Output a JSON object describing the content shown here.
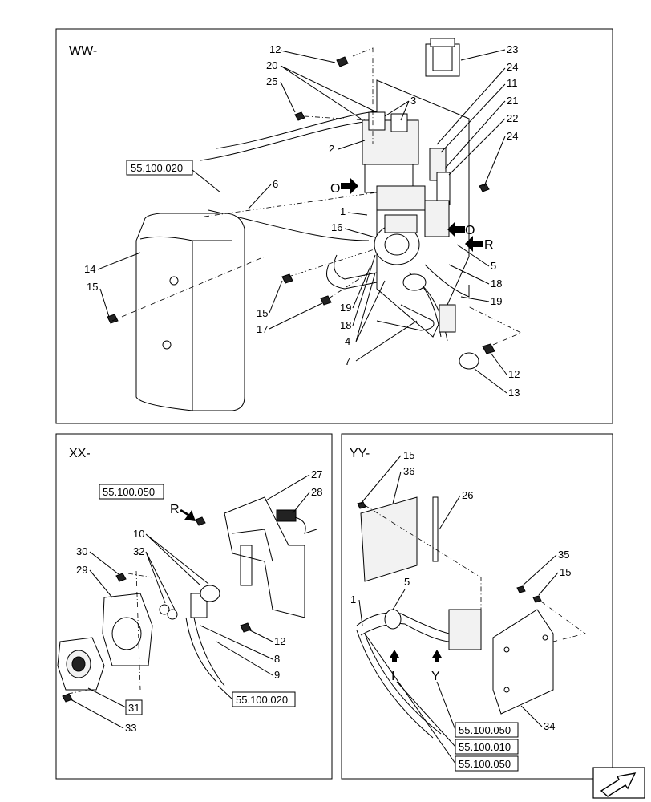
{
  "panels": {
    "ww": {
      "title": "WW-"
    },
    "xx": {
      "title": "XX-"
    },
    "yy": {
      "title": "YY-"
    }
  },
  "callouts": {
    "ww": [
      "12",
      "20",
      "25",
      "3",
      "2",
      "23",
      "24",
      "11",
      "21",
      "22",
      "24",
      "6",
      "1",
      "16",
      "14",
      "15",
      "15",
      "17",
      "19",
      "18",
      "4",
      "7",
      "5",
      "18",
      "19",
      "12",
      "13"
    ],
    "xx": [
      "27",
      "28",
      "10",
      "32",
      "30",
      "29",
      "12",
      "8",
      "9",
      "33"
    ],
    "yy": [
      "15",
      "36",
      "26",
      "5",
      "1",
      "35",
      "15",
      "34"
    ]
  },
  "view_arrows": {
    "ww": [
      "O",
      "O",
      "R"
    ],
    "xx": [
      "R"
    ],
    "yy": [
      "I",
      "Y"
    ]
  },
  "references": {
    "ww": [
      "55.100.020"
    ],
    "xx": [
      "55.100.050",
      "55.100.020",
      "31"
    ],
    "yy": [
      "55.100.050",
      "55.100.010",
      "55.100.050"
    ]
  },
  "nav": {
    "icon": "next-page-arrow-icon"
  }
}
